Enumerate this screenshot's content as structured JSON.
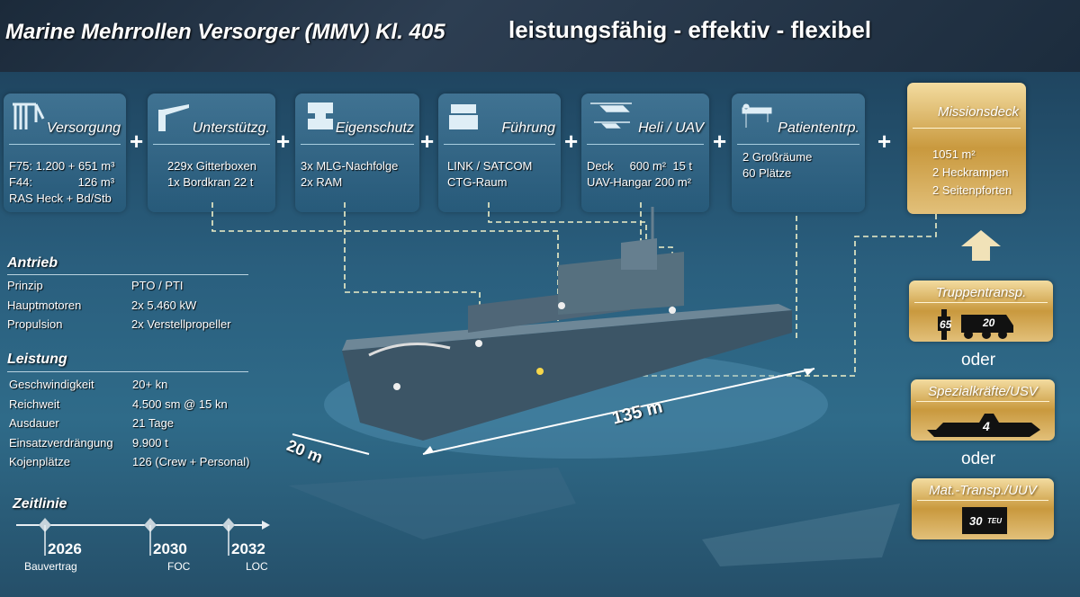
{
  "header": {
    "title": "Marine Mehrrollen Versorger (MMV) Kl. 405",
    "subtitle": "leistungsfähig - effektiv - flexibel"
  },
  "capabilities": [
    {
      "title": "Versorgung",
      "icon": "fuel-rig-icon",
      "lines": [
        "F75: 1.200 + 651 m³",
        "F44:              126 m³",
        "RAS Heck + Bd/Stb"
      ]
    },
    {
      "title": "Unterstützg.",
      "icon": "crane-icon",
      "lines": [
        "229x Gitterboxen",
        "1x Bordkran 22 t"
      ]
    },
    {
      "title": "Eigenschutz",
      "icon": "weapon-icon",
      "lines": [
        "3x MLG-Nachfolge",
        "2x RAM"
      ]
    },
    {
      "title": "Führung",
      "icon": "console-icon",
      "lines": [
        "LINK / SATCOM",
        "CTG-Raum"
      ]
    },
    {
      "title": "Heli / UAV",
      "icon": "helicopter-icon",
      "lines": [
        "Deck     600 m²  15 t",
        "UAV-Hangar 200 m²"
      ]
    },
    {
      "title": "Patiententrp.",
      "icon": "stretcher-icon",
      "lines": [
        "2 Großräume",
        "60 Plätze"
      ]
    }
  ],
  "plus": "+",
  "missionsdeck": {
    "title": "Missionsdeck",
    "lines": [
      "1051 m²",
      "2 Heckrampen",
      "2 Seitenpforten"
    ]
  },
  "modules": [
    {
      "title": "Truppentransp.",
      "values": [
        "65",
        "20"
      ]
    },
    {
      "title": "Spezialkräfte/USV",
      "values": [
        "4"
      ]
    },
    {
      "title": "Mat.-Transp./UUV",
      "values": [
        "30",
        "TEU"
      ]
    }
  ],
  "oder": "oder",
  "antrieb": {
    "heading": "Antrieb",
    "rows": [
      [
        "Prinzip",
        "PTO / PTI"
      ],
      [
        "Hauptmotoren",
        "2x 5.460 kW"
      ],
      [
        "Propulsion",
        "2x Verstellpropeller"
      ]
    ]
  },
  "leistung": {
    "heading": "Leistung",
    "rows": [
      [
        "Geschwindigkeit",
        "20+ kn"
      ],
      [
        "Reichweit",
        "4.500 sm @ 15 kn"
      ],
      [
        "Ausdauer",
        "21 Tage"
      ],
      [
        "Einsatzverdrängung",
        "9.900 t"
      ],
      [
        "Kojenplätze",
        "126 (Crew + Personal)"
      ]
    ]
  },
  "dimensions": {
    "length": "135 m",
    "beam": "20 m"
  },
  "zeitlinie": {
    "heading": "Zeitlinie",
    "milestones": [
      {
        "year": "2026",
        "label": "Bauvertrag"
      },
      {
        "year": "2030",
        "label": "FOC"
      },
      {
        "year": "2032",
        "label": "LOC"
      }
    ]
  }
}
